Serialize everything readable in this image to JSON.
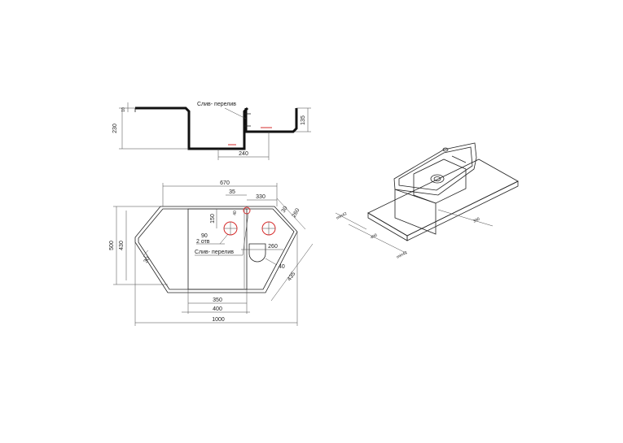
{
  "colors": {
    "line": "#222222",
    "drain": "#d62b2b",
    "background": "#ffffff"
  },
  "section_view": {
    "label_drain": "Слив- перелив",
    "dims": {
      "h230": "230",
      "t10": "10",
      "h135": "135",
      "w240": "240"
    }
  },
  "plan_view": {
    "label_holes": "90",
    "label_holes_count": "2 отв",
    "label_drain": "Слив- перелив",
    "dims": {
      "w670": "670",
      "d35": "35",
      "w330": "330",
      "d30": "30",
      "w260a": "260",
      "h150": "150",
      "h40": "40",
      "h500": "500",
      "h430": "430",
      "ang30": "30",
      "w260b": "260",
      "d40": "40",
      "d435": "435",
      "w350": "350",
      "w400": "400",
      "w1000": "1000"
    }
  },
  "iso_view": {
    "dims": {
      "a1": "min42",
      "a2": "min42",
      "w380": "380",
      "w400": "400"
    }
  }
}
